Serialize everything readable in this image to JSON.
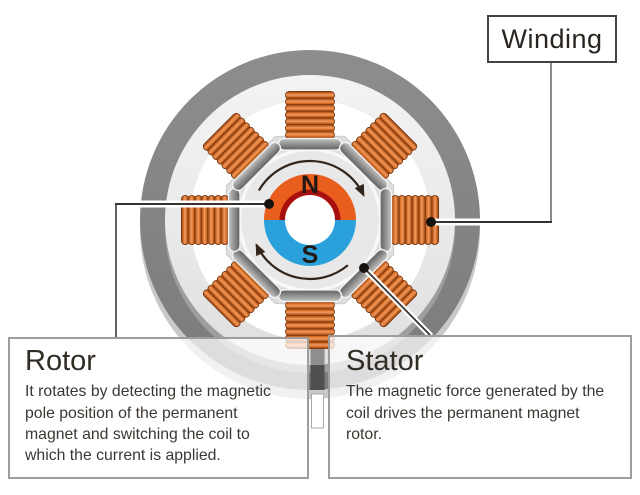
{
  "callouts": {
    "winding": {
      "label": "Winding"
    },
    "rotor": {
      "title": "Rotor",
      "description": "It rotates by detecting the magnetic pole position of the permanent magnet and switching the coil to which the current is applied."
    },
    "stator": {
      "title": "Stator",
      "description": "The magnetic force generated by the coil drives the permanent magnet rotor."
    }
  },
  "motor": {
    "north_pole_label": "N",
    "south_pole_label": "S",
    "rotation_direction": "clockwise",
    "coil_count": 8
  },
  "colors": {
    "magnet_north_orange": "#e95d1d",
    "magnet_south_blue": "#2aa1da",
    "magnet_inner_red": "#a80f0f",
    "coil_copper": "#d97636",
    "stator_ring_dark": "#818181",
    "stator_ring_light": "#ebebeb",
    "pole_shoe_gray": "#8f8f8f",
    "leader_line_dark": "#38322e",
    "callout_border": "#9d9d9d"
  }
}
